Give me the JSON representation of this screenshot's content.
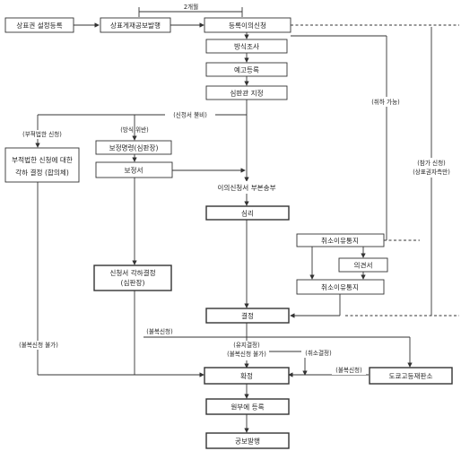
{
  "boxes": {
    "apply": "상표권 설정등록",
    "publication": "상표게재공보발행",
    "opposition": "등록이의신청",
    "formality": "방식조사",
    "notice": "예고등록",
    "judge": "심판관 지정",
    "improper": [
      "부적법한 신청에 대한",
      "각하 결정 (합의체)"
    ],
    "correction_order": "보정명령(심판장)",
    "amendment": "보정서",
    "copy_sent": "이의신청서 부본송부",
    "trial": "심리",
    "reject": [
      "신청서 각하결정",
      "(심판장)"
    ],
    "revocation_notice1": "취소이유통지",
    "opinion": "의견서",
    "revocation_notice2": "취소이유통지",
    "decision": "결정",
    "final": "확정",
    "ip_court": "도쿄고등재판소",
    "register": "원부에 등록",
    "gazette": "공보발행"
  },
  "labels": {
    "two_months": "2개월",
    "incomplete": "(신청서 불비)",
    "improper_app": "(부적법한 신청)",
    "formal_violation": "(방식 위반)",
    "withdraw": "(취하 가능)",
    "participation": [
      "(참가 신청)",
      "(상표권자측만)"
    ],
    "no_appeal": "(불복신청 불가)",
    "appeal1": "(불복신청)",
    "maintain": [
      "(유지결정)",
      "(불복신청 불가)"
    ],
    "cancel": "(취소결정)",
    "appeal2": "(불복신청)"
  }
}
